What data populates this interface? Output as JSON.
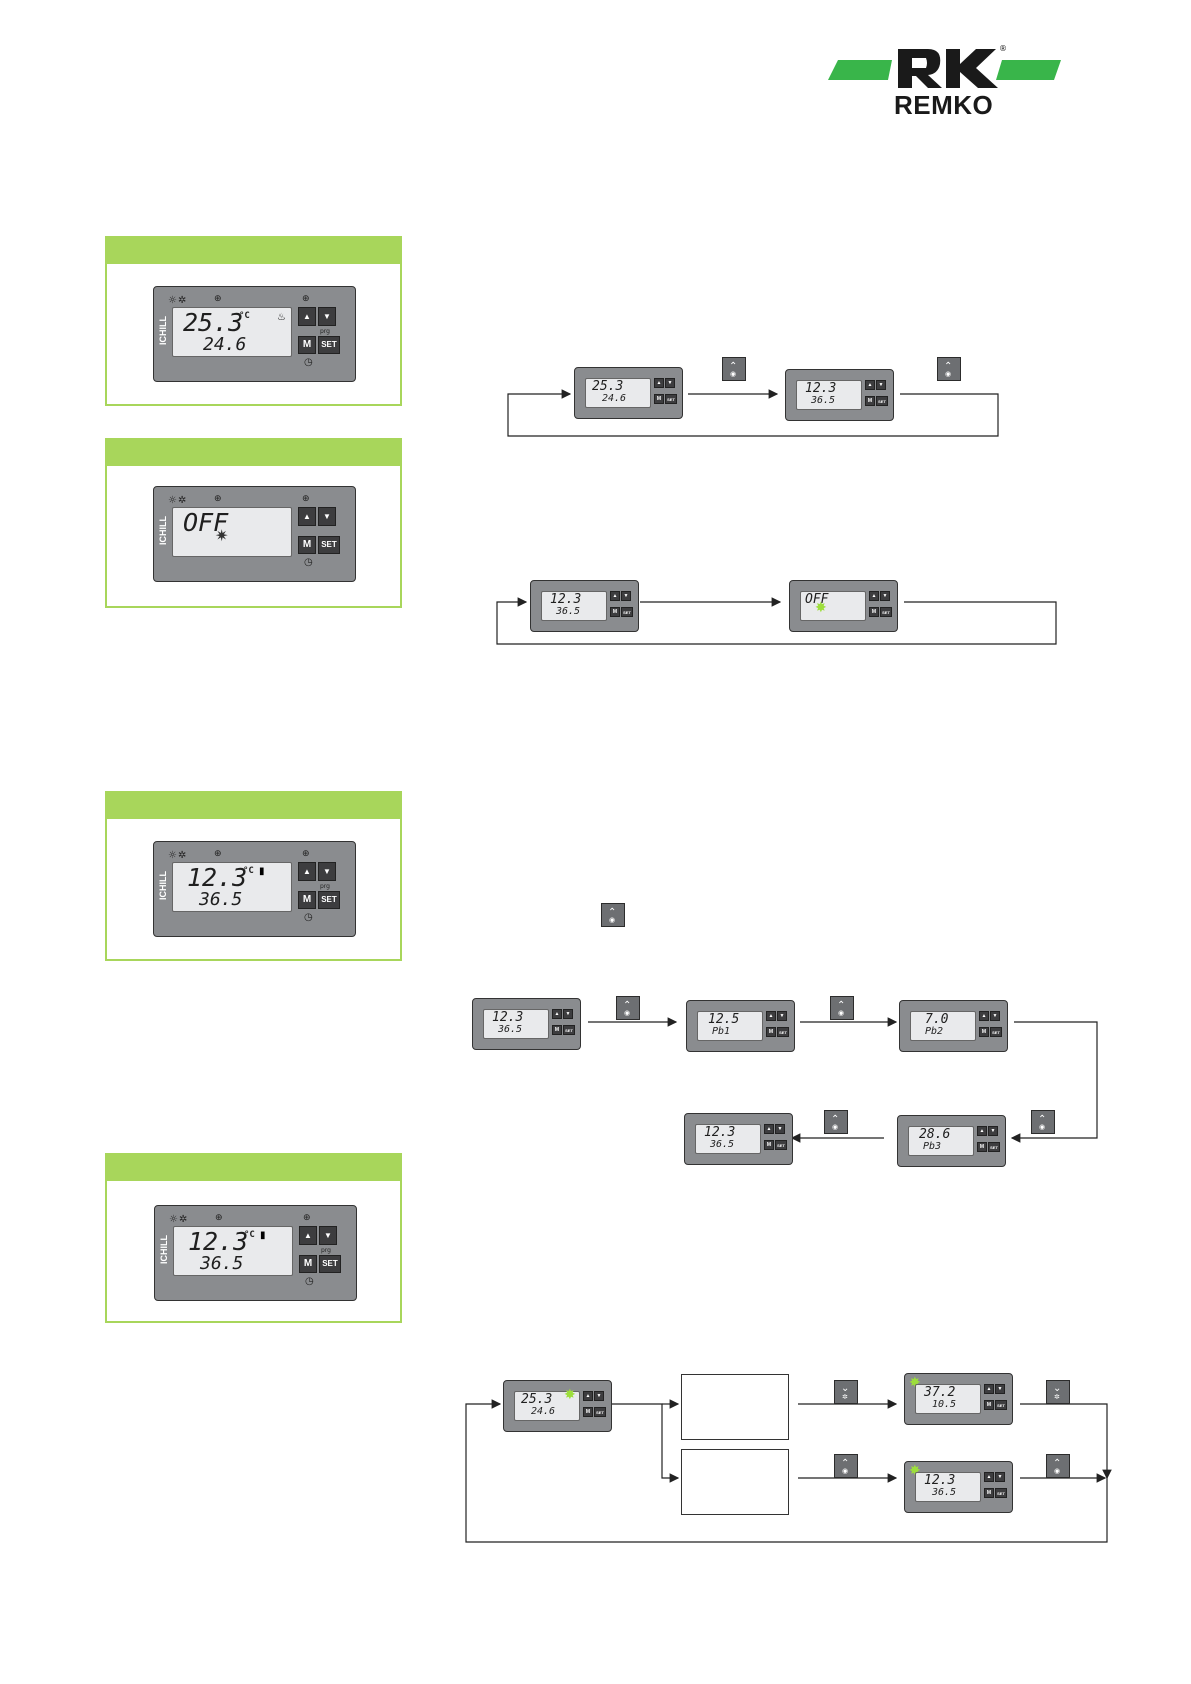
{
  "logo": {
    "brand": "REMKO",
    "registered": "®",
    "colors": {
      "green": "#39b54a",
      "black": "#1a1a1a"
    }
  },
  "colors": {
    "panel_green": "#a8d65b",
    "controller_grey": "#8a8c8f",
    "lcd_bg": "#e9eaec",
    "flash_green": "#9dde3c"
  },
  "device": {
    "brand_label": "ICHILL",
    "unit": "°C",
    "m_label": "M",
    "set_label": "SET",
    "prg_label": "prg"
  },
  "icons": [
    "sun-icon",
    "snowflake-icon",
    "compressor-icon",
    "up-arrow-icon",
    "down-arrow-icon",
    "clock-icon",
    "thermometer-icon",
    "fan-icon"
  ],
  "panels": [
    {
      "top": "25.3",
      "bottom": "24.6"
    },
    {
      "top": "OFF",
      "bottom": ""
    },
    {
      "top": "12.3",
      "bottom": "36.5"
    },
    {
      "top": "12.3",
      "bottom": "36.5"
    }
  ],
  "flows": {
    "flow1": [
      {
        "top": "25.3",
        "bottom": "24.6"
      },
      {
        "top": "12.3",
        "bottom": "36.5"
      }
    ],
    "flow2": [
      {
        "top": "12.3",
        "bottom": "36.5"
      },
      {
        "top": "OFF",
        "bottom": ""
      }
    ],
    "flow3": [
      {
        "top": "12.3",
        "bottom": "36.5"
      },
      {
        "top": "12.5",
        "bottom": "Pb1"
      },
      {
        "top": "7.0",
        "bottom": "Pb2"
      },
      {
        "top": "28.6",
        "bottom": "Pb3"
      },
      {
        "top": "12.3",
        "bottom": "36.5"
      }
    ],
    "flow4": [
      {
        "top": "25.3",
        "bottom": "24.6"
      },
      {
        "top": "37.2",
        "bottom": "10.5"
      },
      {
        "top": "12.3",
        "bottom": "36.5"
      }
    ]
  }
}
